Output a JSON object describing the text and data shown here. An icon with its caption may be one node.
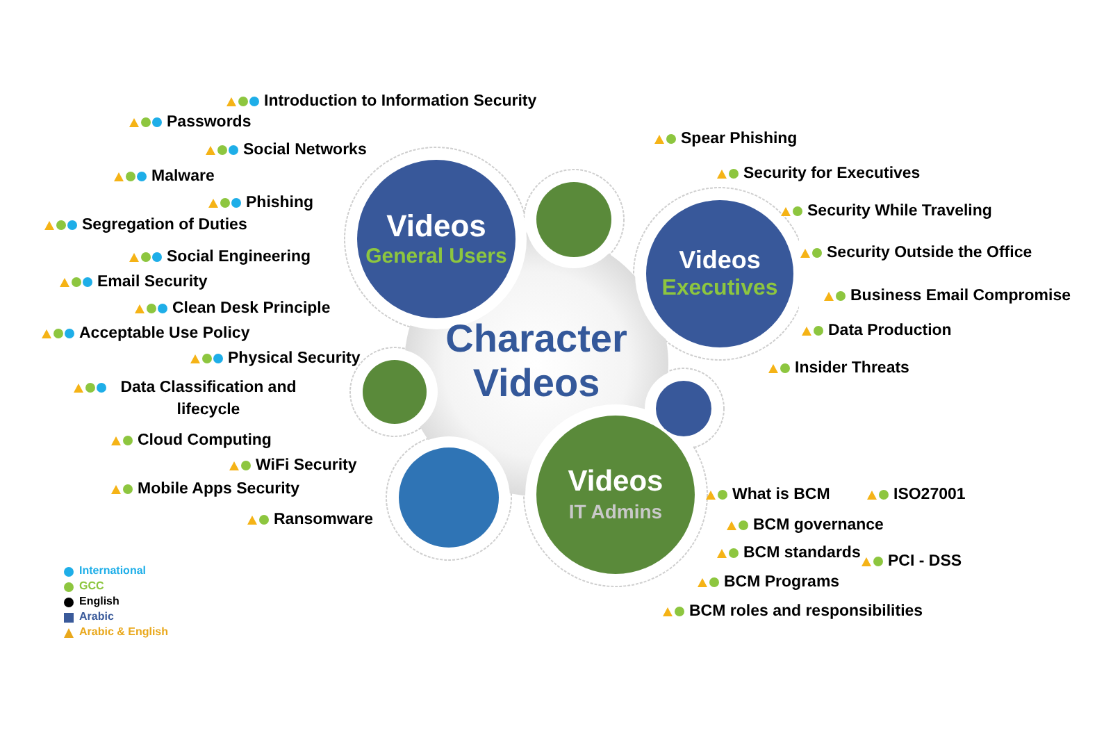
{
  "diagram": {
    "nodes": [
      {
        "text": [
          "Character Videos"
        ]
      },
      {
        "text": [
          "Videos",
          "General Users"
        ]
      },
      {
        "text": [],
        "shape": "circle"
      },
      {
        "text": [
          "Videos",
          "Executives"
        ]
      },
      {
        "text": [],
        "shape": "circle"
      },
      {
        "text": [],
        "shape": "circle"
      },
      {
        "text": [],
        "shape": "circle"
      },
      {
        "text": [
          "Videos",
          "IT Admins"
        ]
      }
    ],
    "edges": [],
    "labels": [
      "Introduction to Information Security",
      "Passwords",
      "Social Networks",
      "Malware",
      "Phishing",
      "Segregation of Duties",
      "Social Engineering",
      "Email Security",
      "Clean Desk Principle",
      "Acceptable Use Policy",
      "Physical Security",
      "Data Classification and lifecycle",
      "Cloud Computing",
      "WiFi Security",
      "Mobile Apps Security",
      "Ransomware",
      "Spear Phishing",
      "Security for Executives",
      "Security While Traveling",
      "Security Outside the Office",
      "Business Email Compromise",
      "Data Production",
      "Insider Threats",
      "What is BCM",
      "ISO27001",
      "BCM governance",
      "BCM standards",
      "PCI - DSS",
      "BCM Programs",
      "BCM roles and responsibilities"
    ],
    "legend": [
      {
        "text": "International",
        "color": "#1eaee8"
      },
      {
        "text": "GCC",
        "color": "#8dc63f"
      },
      {
        "text": "English",
        "color": "#000000"
      },
      {
        "text": "Arabic",
        "color": "#3a5a9a"
      },
      {
        "text": "Arabic & English",
        "color": "#e9a81c"
      }
    ]
  }
}
